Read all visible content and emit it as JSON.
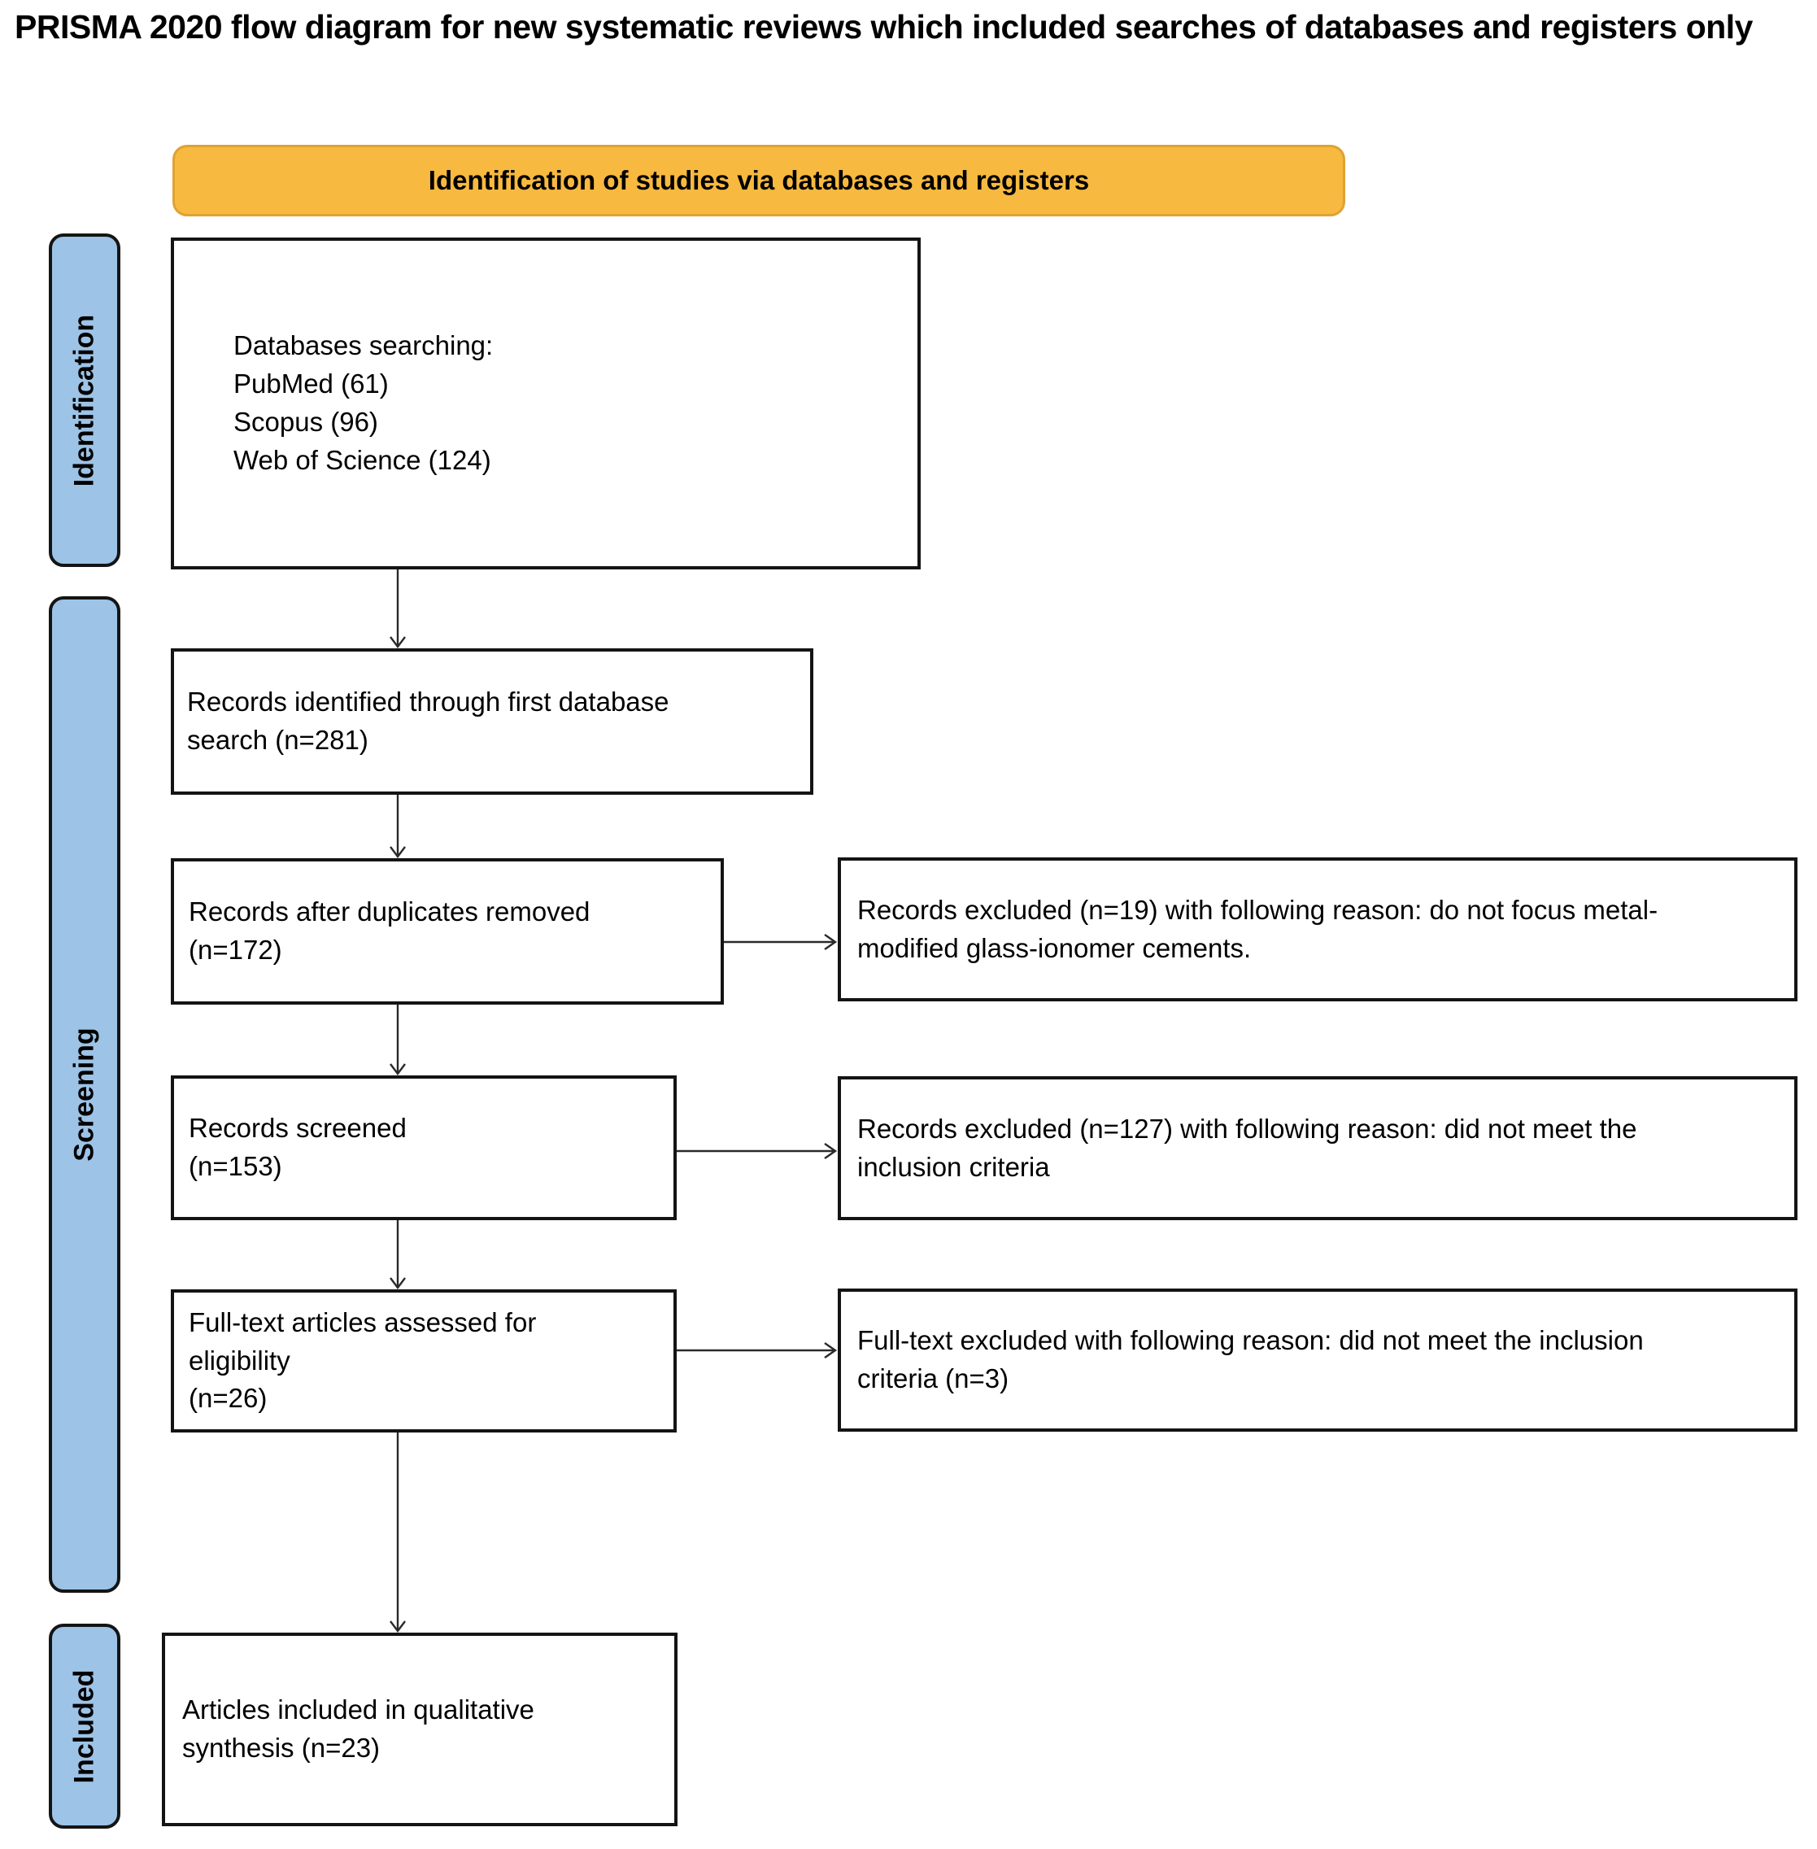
{
  "page_title": "PRISMA 2020 flow diagram for new systematic reviews which included searches of databases and registers only",
  "banner": {
    "label": "Identification of studies via databases and registers"
  },
  "stages": [
    {
      "label": "Identification"
    },
    {
      "label": "Screening"
    },
    {
      "label": "Included"
    }
  ],
  "flow": [
    {
      "name": "databases-search",
      "text": "Databases searching:\nPubMed (61)\nScopus (96)\nWeb of Science (124)"
    },
    {
      "name": "records-identified",
      "text": "Records identified through first database\nsearch (n=281)"
    },
    {
      "name": "duplicates-removed",
      "text": "Records after duplicates removed\n(n=172)"
    },
    {
      "name": "records-screened",
      "text": "Records screened\n(n=153)"
    },
    {
      "name": "fulltext-assessed",
      "text": "Full-text articles assessed for\neligibility\n(n=26)"
    },
    {
      "name": "articles-included",
      "text": "Articles included in qualitative\nsynthesis (n=23)"
    }
  ],
  "exclusions": [
    {
      "name": "records-excluded-19",
      "text": "Records excluded (n=19) with following reason: do not focus metal-\nmodified glass-ionomer cements."
    },
    {
      "name": "records-excluded-127",
      "text": "Records excluded (n=127) with following reason: did not meet the\ninclusion criteria"
    },
    {
      "name": "fulltext-excluded-3",
      "text": "Full-text excluded with following reason: did not meet the inclusion\ncriteria (n=3)"
    }
  ],
  "connections": [
    {
      "from": "databases-search",
      "to": "records-identified"
    },
    {
      "from": "records-identified",
      "to": "duplicates-removed"
    },
    {
      "from": "duplicates-removed",
      "to": "records-screened"
    },
    {
      "from": "records-screened",
      "to": "fulltext-assessed"
    },
    {
      "from": "fulltext-assessed",
      "to": "articles-included"
    },
    {
      "from": "duplicates-removed",
      "to": "records-excluded-19"
    },
    {
      "from": "records-screened",
      "to": "records-excluded-127"
    },
    {
      "from": "fulltext-assessed",
      "to": "fulltext-excluded-3"
    }
  ],
  "colors": {
    "banner_fill": "#F7B93F",
    "banner_border": "#DFA233",
    "stage_fill": "#9DC3E6",
    "box_border": "#141414",
    "arrow": "#2A2A2A",
    "text": "#000000",
    "background": "#FFFFFF"
  }
}
